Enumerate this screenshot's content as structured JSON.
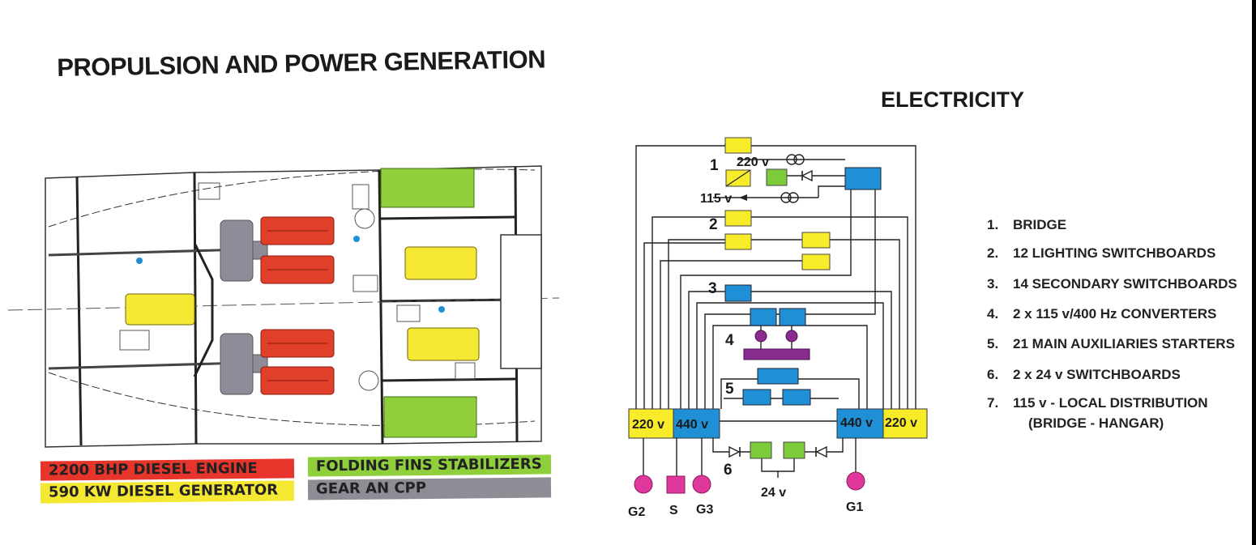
{
  "left_panel": {
    "title": "PROPULSION AND POWER GENERATION",
    "legend": [
      {
        "label": "2200 BHP DIESEL ENGINE",
        "color": "#e8352b"
      },
      {
        "label": "590 KW DIESEL GENERATOR",
        "color": "#f5e832"
      },
      {
        "label": "FOLDING FINS STABILIZERS",
        "color": "#8fcf3c"
      },
      {
        "label": "GEAR AN CPP",
        "color": "#8d8d96"
      }
    ]
  },
  "right_panel": {
    "title": "ELECTRICITY",
    "diagram": {
      "labels": {
        "n1": "1",
        "n2": "2",
        "n3": "3",
        "n4": "4",
        "n5": "5",
        "n6": "6",
        "v220_top": "220 v",
        "v115": "115 v",
        "sw_220_left": "220 v",
        "sw_440_left": "440 v",
        "sw_440_right": "440 v",
        "sw_220_right": "220 v",
        "g2": "G2",
        "s": "S",
        "g3": "G3",
        "v24": "24 v",
        "g1": "G1"
      },
      "colors": {
        "yellow": "#f8ec2a",
        "blue": "#1f8fd6",
        "green": "#7ccb38",
        "purple": "#8a2c8f",
        "magenta": "#e0379c"
      }
    },
    "list": [
      {
        "num": "1.",
        "text": "BRIDGE"
      },
      {
        "num": "2.",
        "text": "12 LIGHTING SWITCHBOARDS"
      },
      {
        "num": "3.",
        "text": "14 SECONDARY SWITCHBOARDS"
      },
      {
        "num": "4.",
        "text": "2 x 115 v/400 Hz CONVERTERS"
      },
      {
        "num": "5.",
        "text": "21 MAIN AUXILIARIES STARTERS"
      },
      {
        "num": "6.",
        "text": "2 x 24 v SWITCHBOARDS"
      },
      {
        "num": "7.",
        "text": "115 v - LOCAL DISTRIBUTION"
      },
      {
        "num": "",
        "text": "(BRIDGE - HANGAR)"
      }
    ]
  }
}
